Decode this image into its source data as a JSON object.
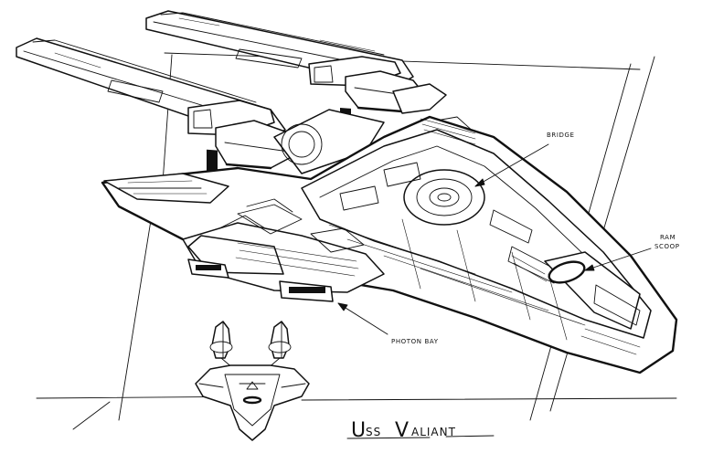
{
  "drawing": {
    "subject": "USS Valiant starship concept sketch",
    "ink_color": "#111111",
    "paper_color": "#ffffff"
  },
  "callouts": {
    "bridge": "BRIDGE",
    "ram_scoop_line1": "RAM",
    "ram_scoop_line2": "SCOOP",
    "photon_bay": "PHOTON BAY"
  },
  "title": {
    "prefix_initial": "U",
    "prefix_rest": "SS",
    "name_initial": "V",
    "name_rest": "ALIANT"
  }
}
